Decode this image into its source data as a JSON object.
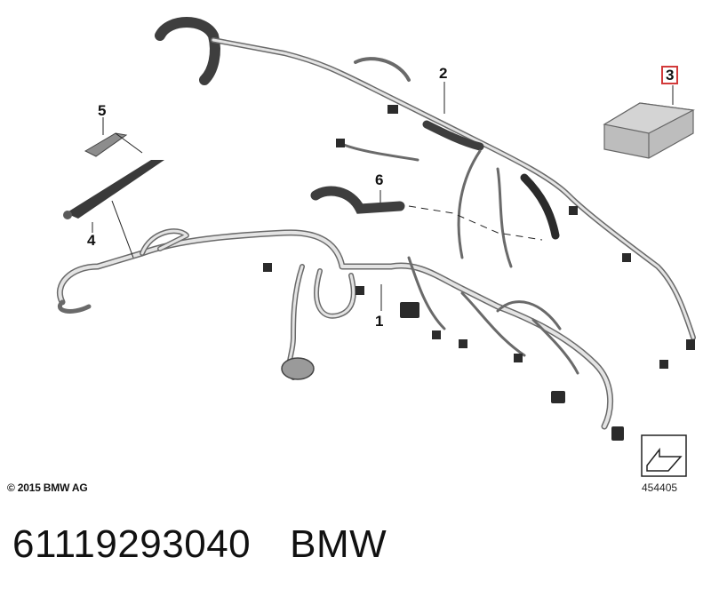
{
  "diagram": {
    "callouts": [
      "1",
      "2",
      "3",
      "4",
      "5",
      "6"
    ],
    "highlighted_callout": "3",
    "copyright": "© 2015 BMW AG",
    "reference_number": "454405"
  },
  "caption": {
    "part_number": "61119293040",
    "brand": "BMW"
  },
  "colors": {
    "harness": "#8a8a8a",
    "harness_dark": "#4a4a4a",
    "highlight": "#d23a3a"
  }
}
